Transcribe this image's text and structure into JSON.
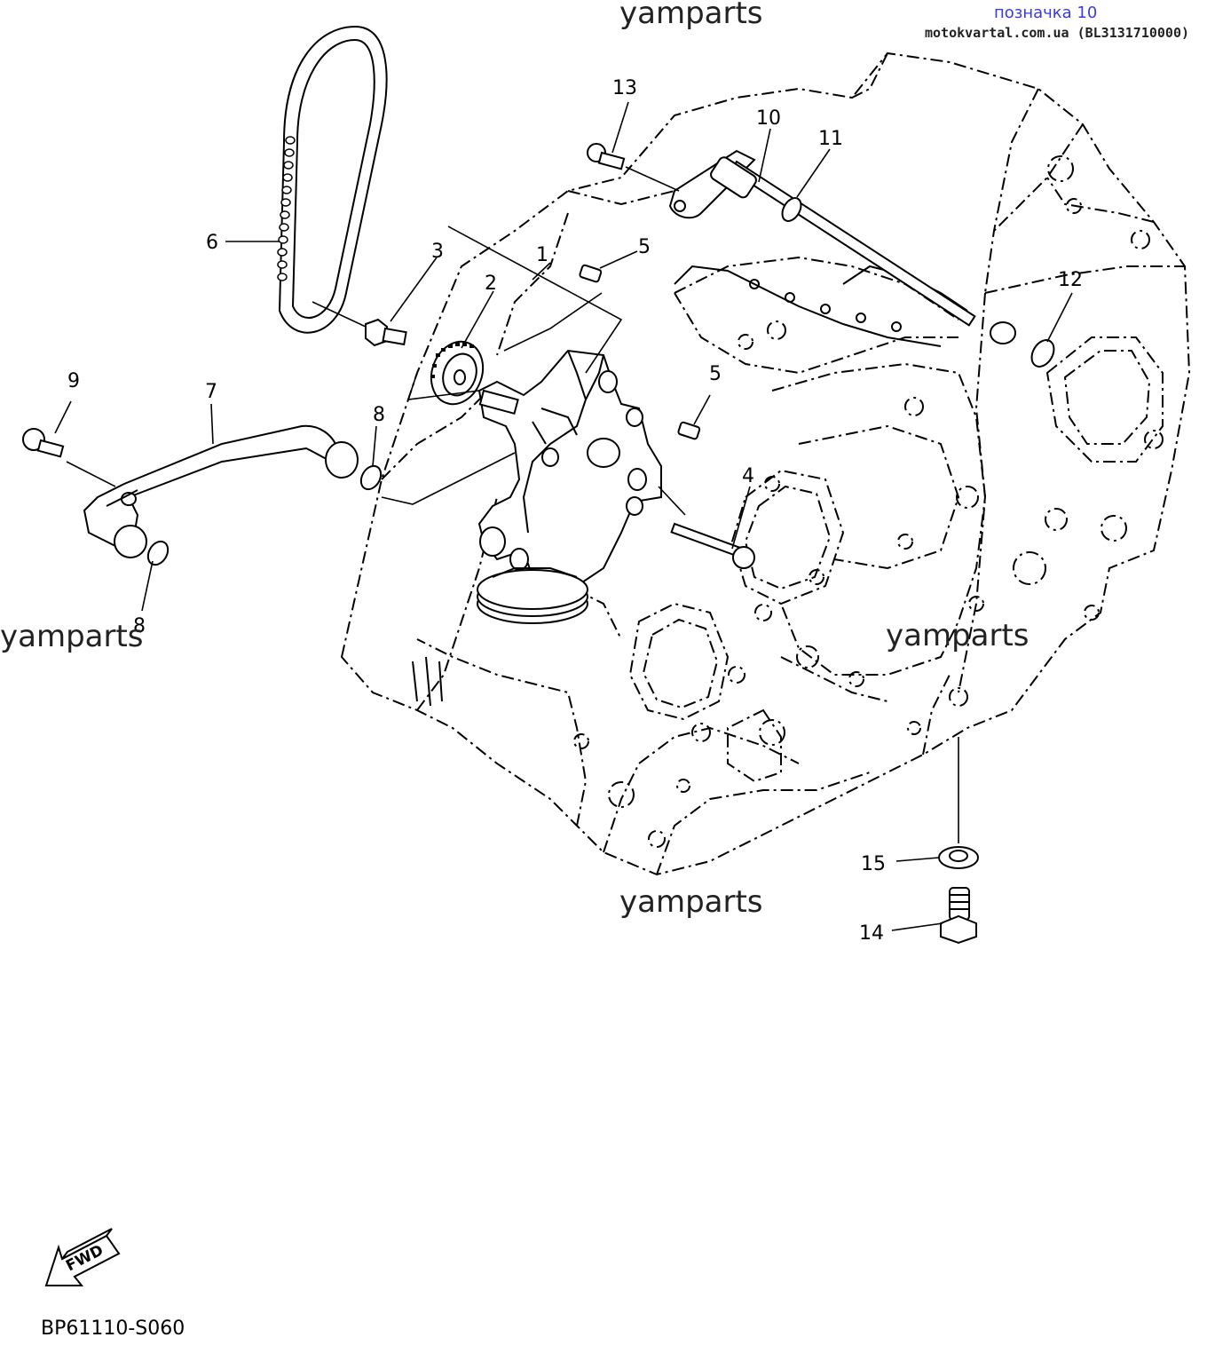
{
  "header": {
    "title": "позначка 10",
    "subtitle": "motokvartal.com.ua (BL3131710000)"
  },
  "watermarks": [
    "yamparts",
    "yamparts",
    "yamparts",
    "yamparts"
  ],
  "callouts": [
    "1",
    "2",
    "3",
    "4",
    "5",
    "5",
    "6",
    "7",
    "8",
    "8",
    "9",
    "10",
    "11",
    "12",
    "13",
    "14",
    "15"
  ],
  "direction_arrow": {
    "label": "FWD",
    "icon": "fwd-arrow-icon"
  },
  "diagram_code": "BP61110-S060"
}
